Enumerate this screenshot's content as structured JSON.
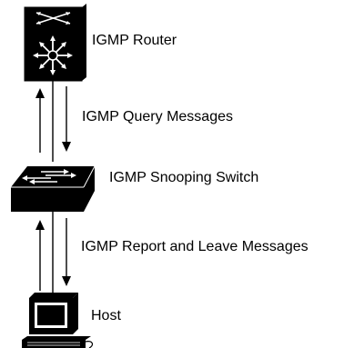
{
  "nodes": {
    "router": {
      "label": "IGMP Router",
      "icon": "multilayer-switch-icon"
    },
    "switch": {
      "label": "IGMP Snooping Switch",
      "icon": "workgroup-switch-icon"
    },
    "host": {
      "label": "Host",
      "icon": "workstation-icon"
    }
  },
  "edges": {
    "query": {
      "label": "IGMP Query Messages"
    },
    "report": {
      "label": "IGMP Report and Leave Messages"
    }
  },
  "colors": {
    "line": "#000000",
    "fill": "#000000",
    "background": "#ffffff"
  }
}
